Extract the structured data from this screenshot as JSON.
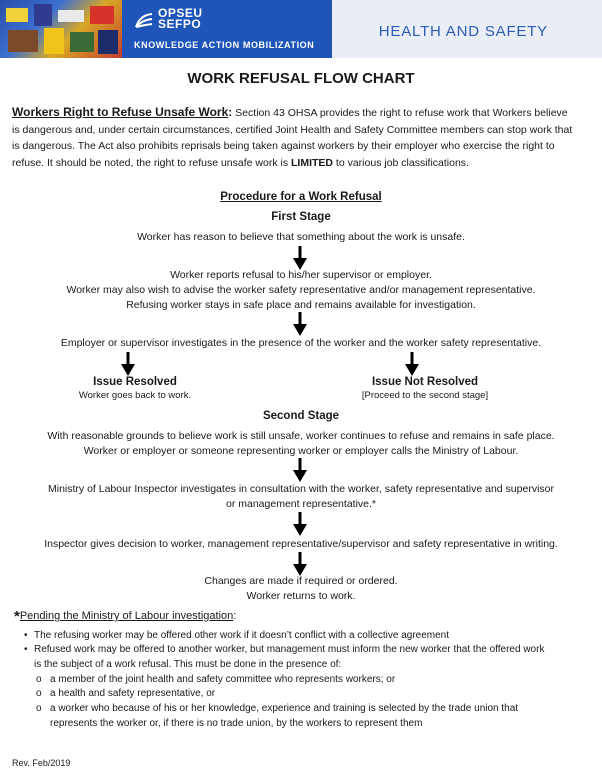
{
  "header": {
    "logo_line1": "OPSEU",
    "logo_line2": "SEFPO",
    "tagline": "KNOWLEDGE  ACTION  MOBILIZATION",
    "section_title": "HEALTH AND SAFETY"
  },
  "title": "WORK REFUSAL FLOW CHART",
  "intro": {
    "lead": "Workers Right to Refuse Unsafe Work",
    "colon": ":",
    "body_1": "  Section 43 OHSA provides the right to refuse work that Workers believe is dangerous and, under certain circumstances, certified Joint Health and Safety Committee members can stop work that is dangerous.  The Act also prohibits reprisals being taken against workers by their employer who exercise the right to refuse. It should be noted, the right to refuse unsafe work is ",
    "emphasis": "LIMITED",
    "body_2": " to various job classifications."
  },
  "procedure": {
    "heading": "Procedure for a Work Refusal",
    "first_stage": "First Stage",
    "step1": "Worker has reason to believe that something about the work is unsafe.",
    "step2_a": "Worker reports refusal to his/her supervisor or employer.",
    "step2_b": "Worker may also wish to advise the worker safety representative and/or management representative.",
    "step2_c": "Refusing worker stays in safe place and remains available for investigation.",
    "step3": "Employer or supervisor investigates in the presence of the worker and the worker safety representative.",
    "resolved_title": "Issue Resolved",
    "resolved_text": "Worker goes back to work.",
    "not_resolved_title": "Issue Not Resolved",
    "not_resolved_text": "[Proceed to the second stage]",
    "second_stage": "Second Stage",
    "step4_a": "With reasonable grounds to believe work is still unsafe, worker continues to refuse and remains in safe place.",
    "step4_b": "Worker or employer or someone representing worker or employer calls the Ministry of Labour.",
    "step5_a": "Ministry of Labour Inspector investigates in consultation with the worker, safety representative and supervisor",
    "step5_b": "or management representative.*",
    "step6": "Inspector gives decision to worker, management representative/supervisor and safety representative in writing.",
    "step7_a": "Changes are made if required or ordered.",
    "step7_b": "Worker returns to work."
  },
  "footnote": {
    "star": "*",
    "heading": "Pending the Ministry of Labour investigation",
    "colon": ":",
    "bullet_char": "•",
    "sub_char": "o",
    "bullet1": "The refusing worker may be offered other work if it doesn’t conflict with a collective agreement",
    "bullet2": "Refused work may be offered to another worker, but management must inform the new worker that the offered work is the subject of a work refusal. This must be done in the presence of:",
    "sub1": "a member of the joint health and safety committee who represents workers; or",
    "sub2": "a health and safety representative, or",
    "sub3": "a worker who because of his or her knowledge, experience and training is selected by the trade union that represents the worker or, if there is no trade union, by the workers to represent them"
  },
  "revision": "Rev. Feb/2019"
}
